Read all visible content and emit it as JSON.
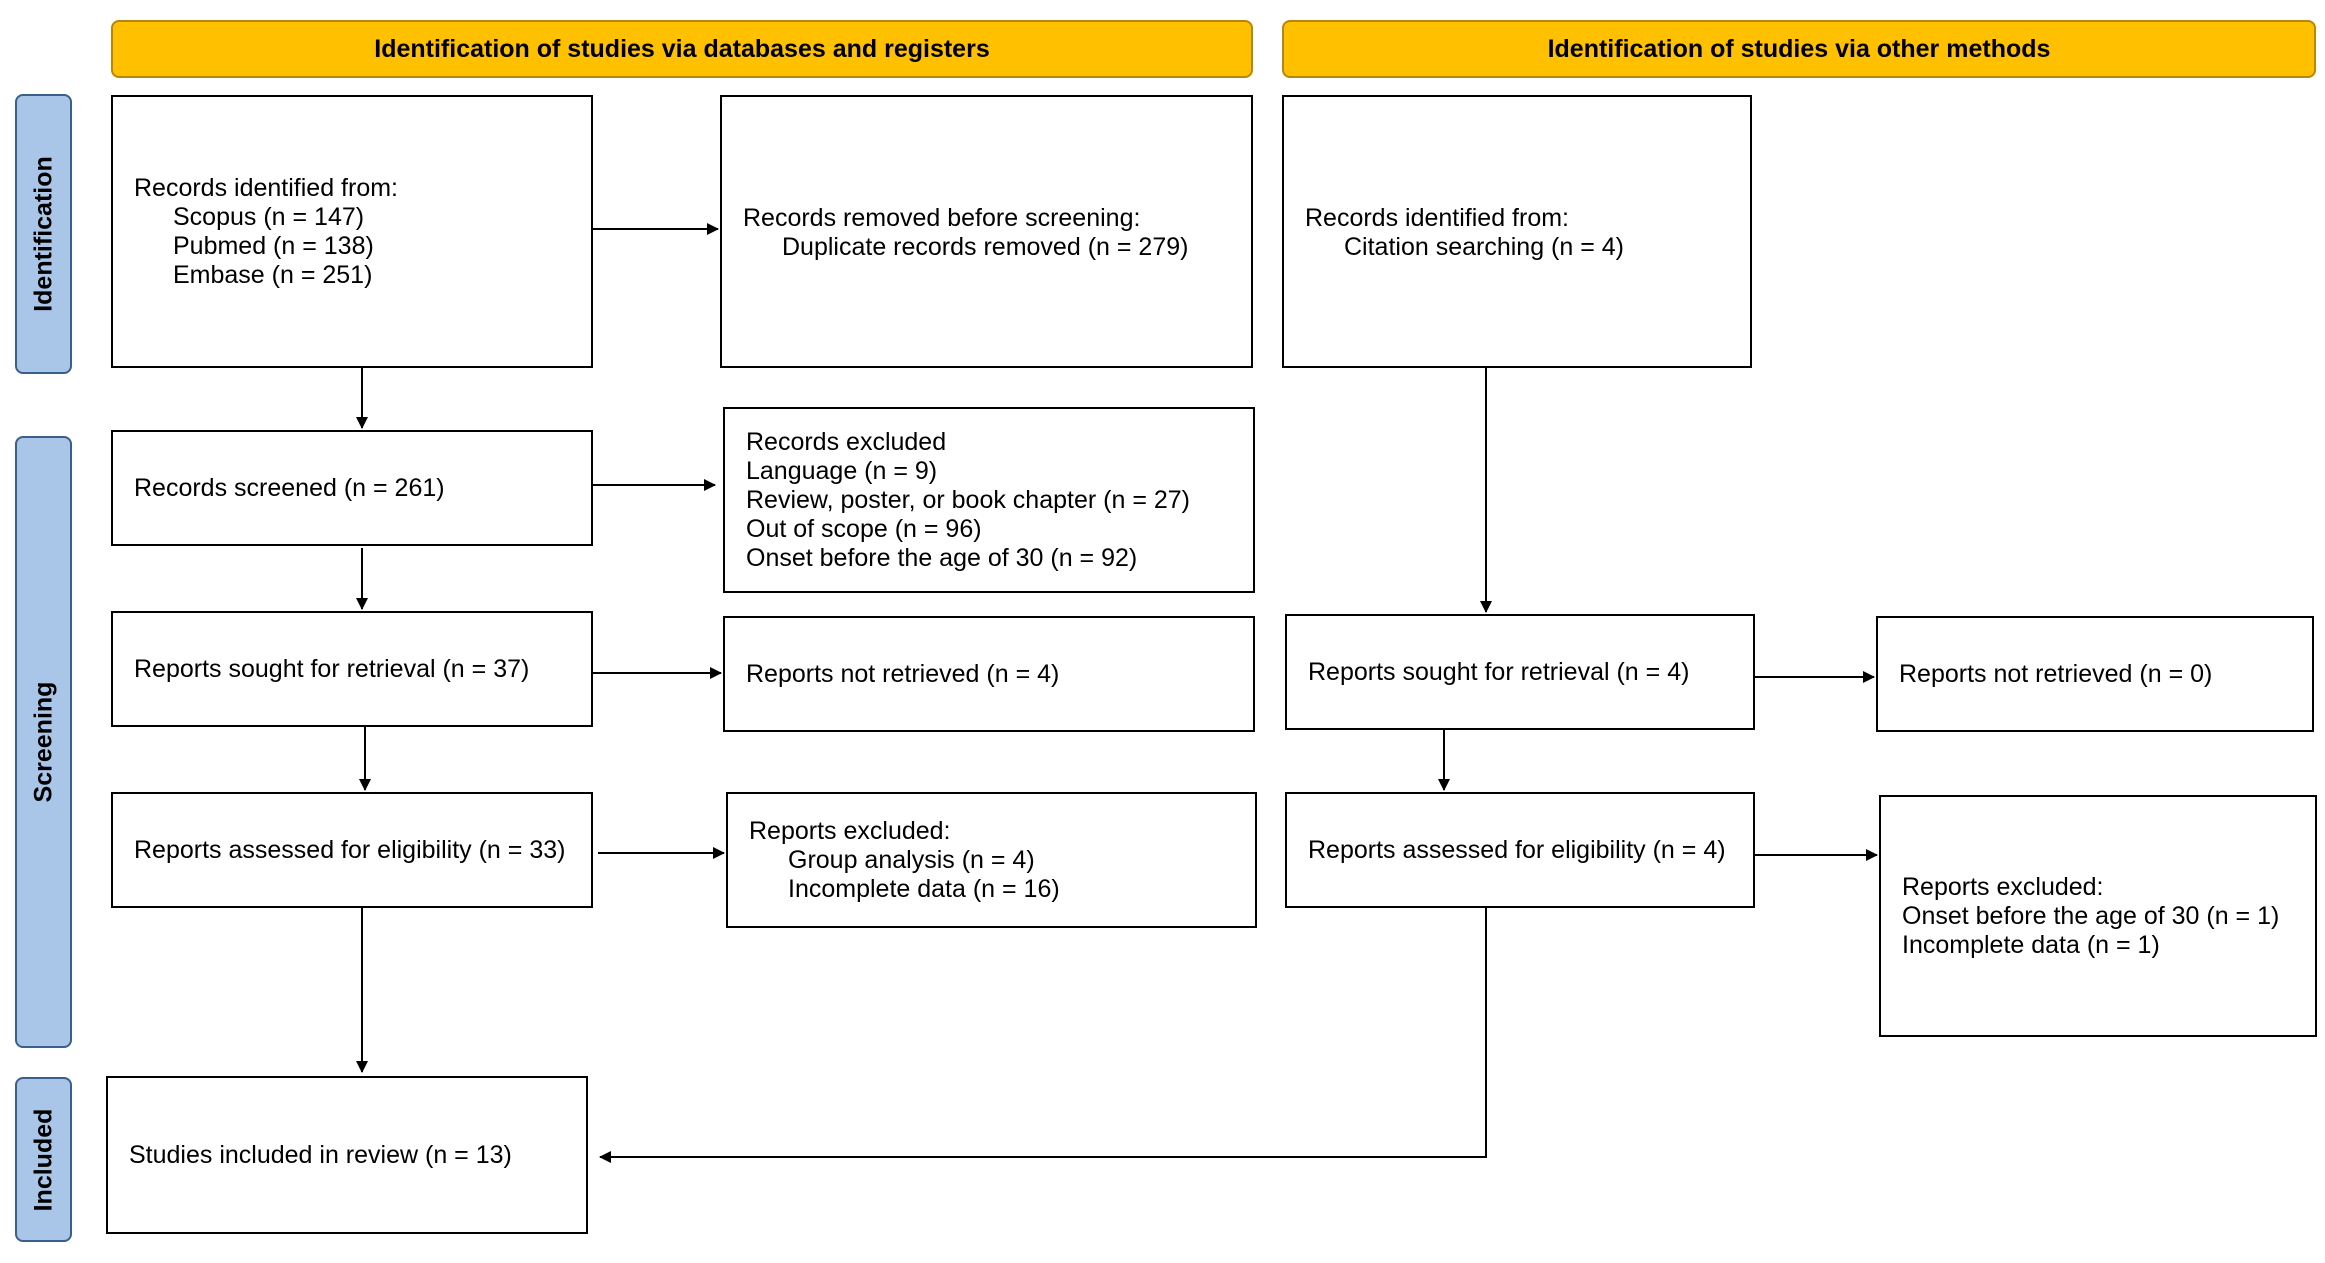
{
  "headers": {
    "databases": "Identification of studies via databases and registers",
    "other": "Identification of studies via other methods"
  },
  "phases": {
    "identification": "Identification",
    "screening": "Screening",
    "included": "Included"
  },
  "db": {
    "identified": {
      "title": "Records identified from:",
      "items": [
        "Scopus (n = 147)",
        "Pubmed (n = 138)",
        "Embase (n = 251)"
      ]
    },
    "removed": {
      "title": "Records removed before screening:",
      "items": [
        "Duplicate records removed (n = 279)"
      ]
    },
    "screened": "Records screened (n = 261)",
    "excluded": {
      "title": "Records excluded",
      "items": [
        "Language (n = 9)",
        "Review, poster, or book chapter (n = 27)",
        "Out of scope (n = 96)",
        "Onset before the age of 30 (n = 92)"
      ]
    },
    "sought": "Reports sought for retrieval (n = 37)",
    "not_retrieved": "Reports not retrieved (n = 4)",
    "assessed": "Reports assessed for eligibility (n = 33)",
    "reports_excluded": {
      "title": "Reports excluded:",
      "items": [
        "Group analysis (n = 4)",
        "Incomplete data (n = 16)"
      ]
    },
    "included": "Studies included in review (n = 13)"
  },
  "other": {
    "identified": {
      "title": "Records identified from:",
      "items": [
        "Citation searching (n = 4)"
      ]
    },
    "sought": "Reports sought for retrieval (n = 4)",
    "not_retrieved": "Reports not retrieved (n = 0)",
    "assessed": "Reports assessed for eligibility (n = 4)",
    "reports_excluded": {
      "title": "Reports excluded:",
      "items": [
        "Onset before the age of 30 (n = 1)",
        "Incomplete data (n = 1)"
      ]
    }
  },
  "colors": {
    "header_fill": "#FFC000",
    "phase_fill": "#A9C6E8",
    "box_border": "#000000"
  }
}
